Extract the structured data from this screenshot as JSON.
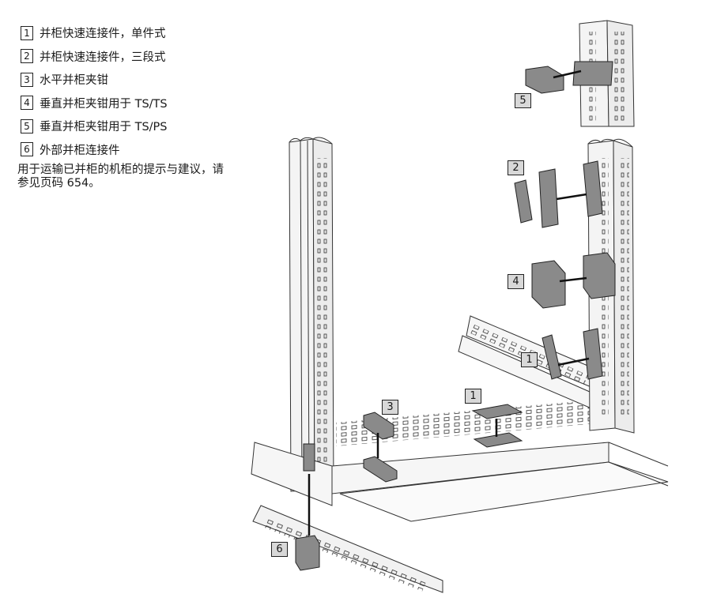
{
  "legend": [
    {
      "num": "1",
      "text": "并柜快速连接件，单件式"
    },
    {
      "num": "2",
      "text": "并柜快速连接件，三段式"
    },
    {
      "num": "3",
      "text": "水平并柜夹钳"
    },
    {
      "num": "4",
      "text": "垂直并柜夹钳用于 TS/TS"
    },
    {
      "num": "5",
      "text": "垂直并柜夹钳用于 TS/PS"
    },
    {
      "num": "6",
      "text": "外部并柜连接件"
    }
  ],
  "note": "用于运输已并柜的机柜的提示与建议，请参见页码 654。",
  "callouts": {
    "c1a": "1",
    "c1b": "1",
    "c2": "2",
    "c3": "3",
    "c4": "4",
    "c5": "5",
    "c6": "6"
  }
}
